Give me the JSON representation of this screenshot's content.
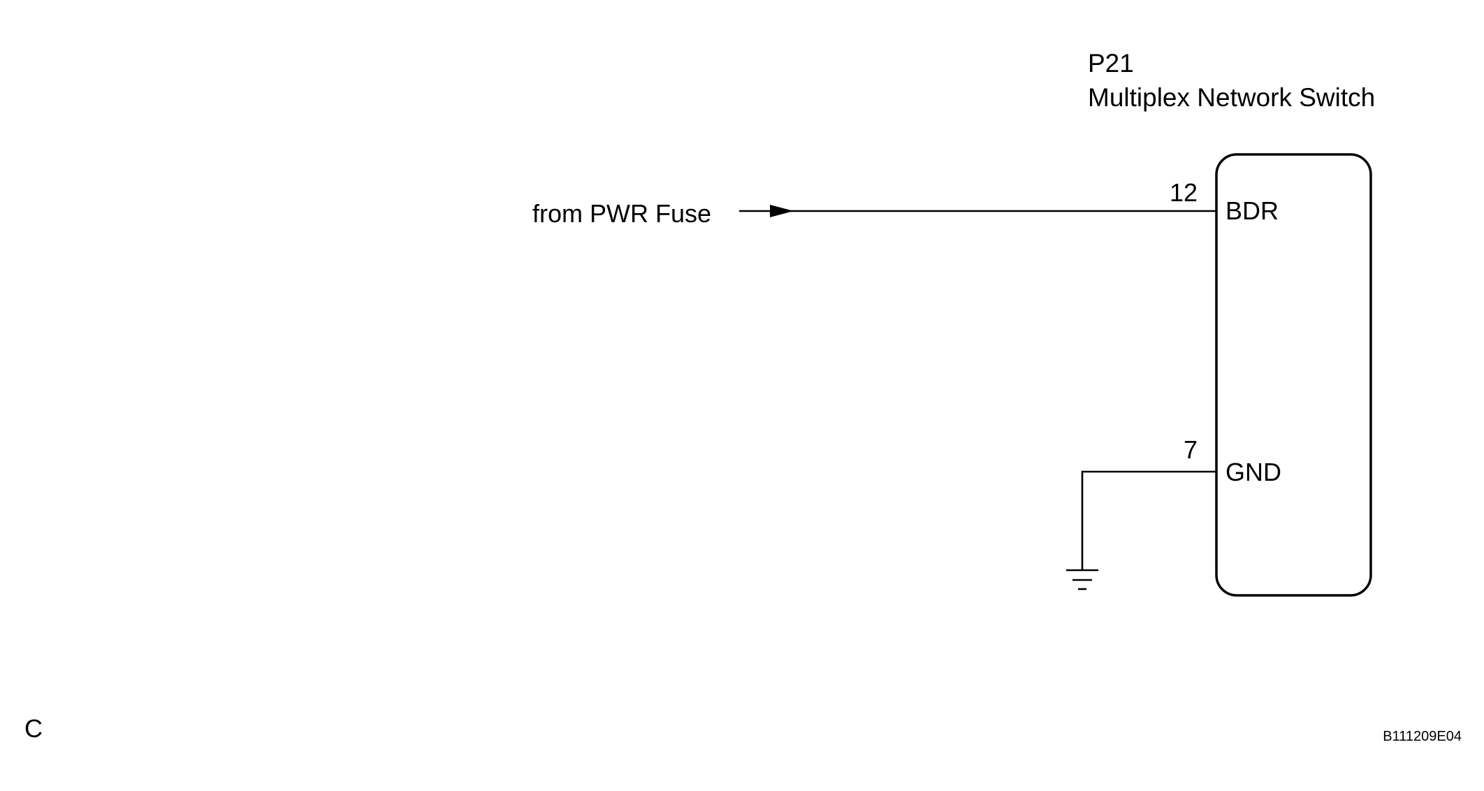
{
  "component": {
    "code": "P21",
    "name": "Multiplex Network Switch"
  },
  "source": {
    "label": "from PWR Fuse"
  },
  "pins": [
    {
      "number": "12",
      "name": "BDR"
    },
    {
      "number": "7",
      "name": "GND"
    }
  ],
  "corner_letter": "C",
  "figure_id": "B111209E04"
}
